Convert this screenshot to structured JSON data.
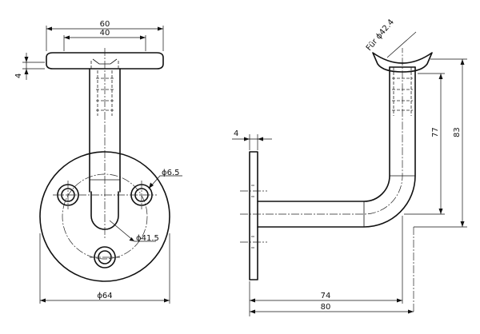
{
  "dimensions": {
    "top_width_outer": "60",
    "top_width_inner": "40",
    "plate_thickness_front": "4",
    "hole_diameter": "ϕ6.5",
    "bolt_circle": "ϕ41.5",
    "base_diameter": "ϕ64",
    "plate_thickness_side": "4",
    "for_handrail": "Für ϕ42.4",
    "height_inner": "77",
    "height_outer": "83",
    "projection_inner": "74",
    "projection_outer": "80"
  }
}
